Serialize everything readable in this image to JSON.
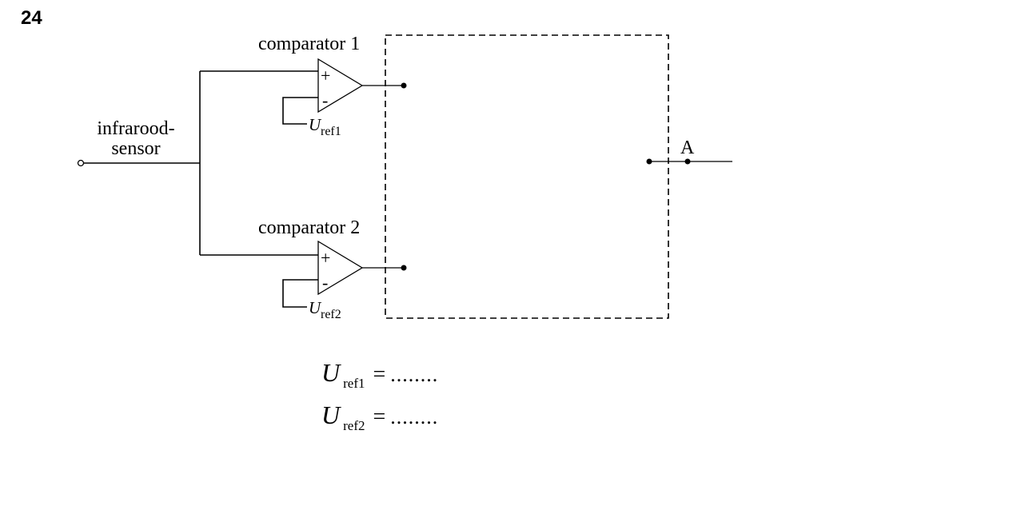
{
  "question_number": "24",
  "labels": {
    "sensor_line1": "infrarood-",
    "sensor_line2": "sensor",
    "comparator1": "comparator 1",
    "comparator2": "comparator 2",
    "plus": "+",
    "minus": "-",
    "U": "U",
    "ref1_sub": "ref1",
    "ref2_sub": "ref2",
    "output_point": "A"
  },
  "answers": [
    {
      "symbol": "U",
      "sub": "ref1",
      "eq": "=",
      "blank": "........"
    },
    {
      "symbol": "U",
      "sub": "ref2",
      "eq": "=",
      "blank": "........"
    }
  ]
}
